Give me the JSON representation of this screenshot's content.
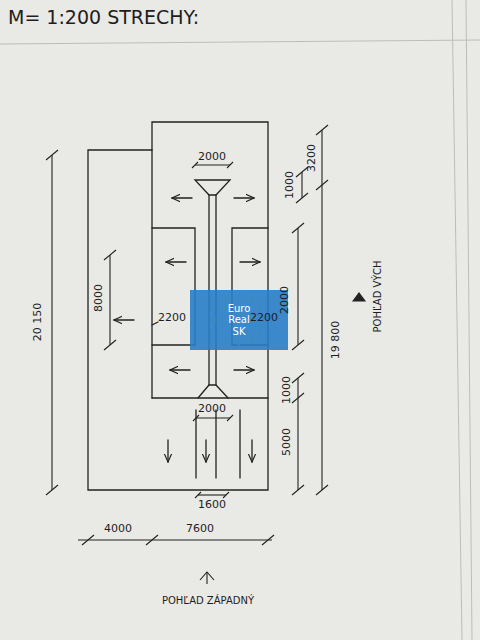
{
  "diagram": {
    "title": "M= 1:200 STRECHY:",
    "nodes": [
      {
        "text": [
          "Euro Real SK"
        ]
      }
    ],
    "labels": [
      "2000",
      "3200",
      "1000",
      "8000",
      "2000",
      "2200",
      "2200",
      "20 150",
      "19 800",
      "1000",
      "2000",
      "5000",
      "1600",
      "4000",
      "7600",
      "POHĽAD VÝCH",
      "POHĽAD ZÁPADNÝ"
    ]
  }
}
